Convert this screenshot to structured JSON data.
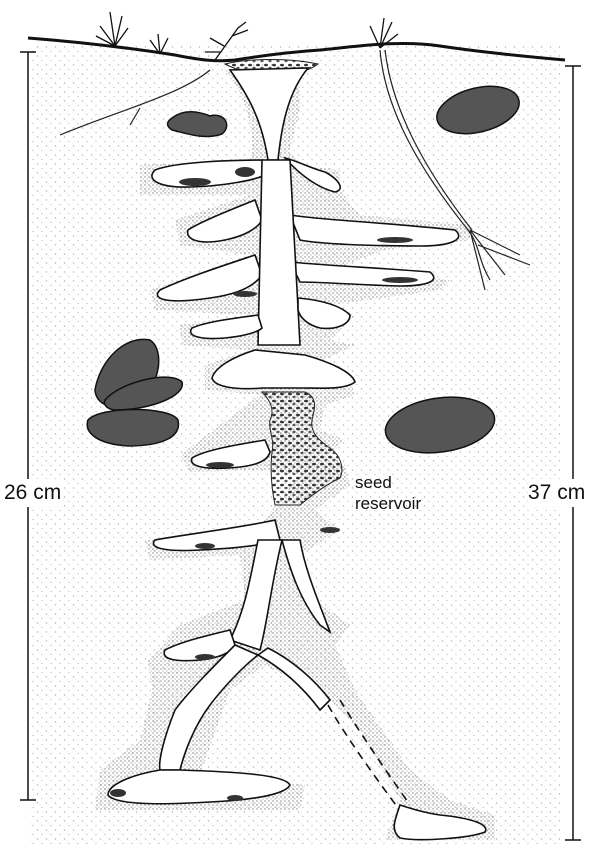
{
  "labels": {
    "left_depth": "26 cm",
    "right_depth": "37 cm",
    "seed_line1": "seed",
    "seed_line2": "reservoir"
  },
  "colors": {
    "ink": "#111111",
    "stone": "#555555",
    "stipple": "#222222",
    "background": "#ffffff"
  },
  "icons": {
    "rock": "rock-icon",
    "plant": "grass-plant-icon"
  }
}
